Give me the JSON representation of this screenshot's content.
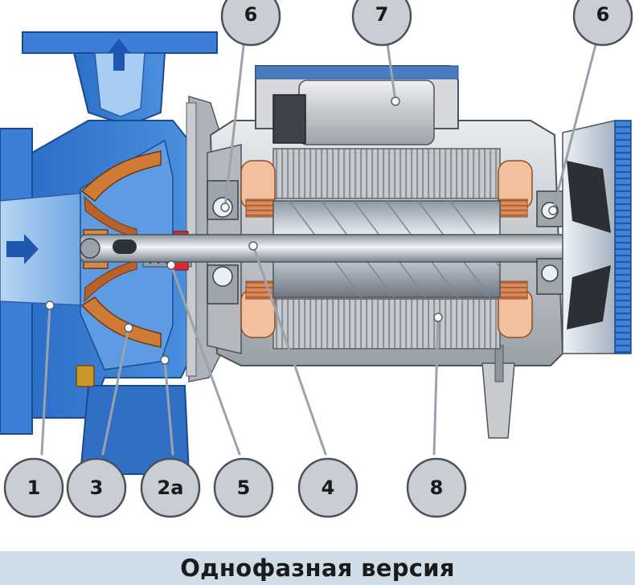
{
  "callouts": [
    {
      "id": "1",
      "label": "1"
    },
    {
      "id": "3",
      "label": "3"
    },
    {
      "id": "2a",
      "label": "2a"
    },
    {
      "id": "5",
      "label": "5"
    },
    {
      "id": "4",
      "label": "4"
    },
    {
      "id": "8",
      "label": "8"
    },
    {
      "id": "6l",
      "label": "6"
    },
    {
      "id": "7",
      "label": "7"
    },
    {
      "id": "6r",
      "label": "6"
    }
  ],
  "caption": "Однофазная версия",
  "colors": {
    "pump_casing": "#2f6fc4",
    "pump_casing_dark": "#1c4f9c",
    "impeller": "#c06a2a",
    "motor_body": "#c9ccd1",
    "copper_winding": "#e0a17a",
    "callout_fill": "#c9ced4",
    "caption_band": "#cfdde8"
  }
}
